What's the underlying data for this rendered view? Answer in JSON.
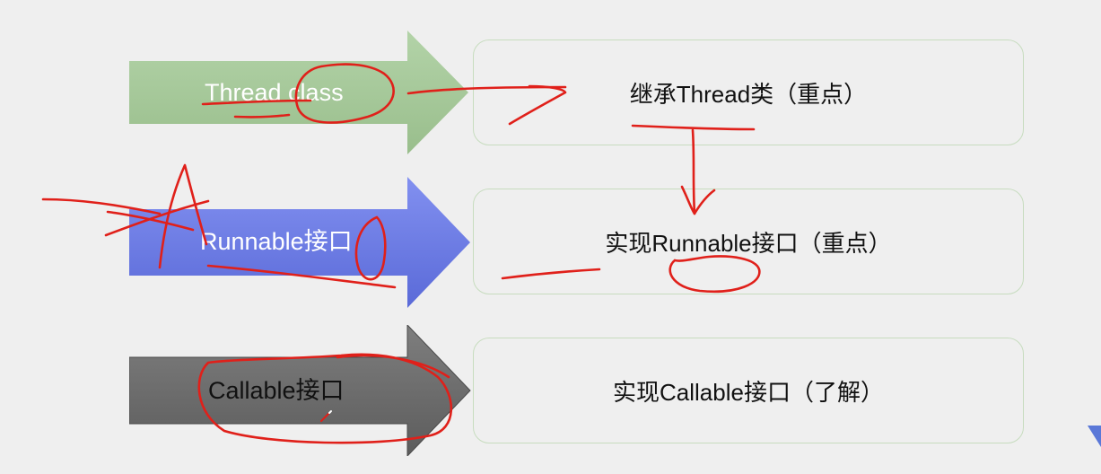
{
  "colors": {
    "arrow_thread": "#a6c89a",
    "arrow_runnable": "#6f7ee8",
    "arrow_callable": "#6e6e6e",
    "label_thread": "#ffffff",
    "label_runnable": "#ffffff",
    "label_callable": "#111111",
    "box_border": "#c7dcbf",
    "annotation": "#e0201a",
    "background": "#efefef"
  },
  "rows": [
    {
      "arrow_label": "Thread class",
      "box_text": "继承Thread类（重点）"
    },
    {
      "arrow_label": "Runnable接口",
      "box_text": "实现Runnable接口（重点）"
    },
    {
      "arrow_label": "Callable接口",
      "box_text": "实现Callable接口（了解）"
    }
  ],
  "icons": {
    "annotation": "handwritten-red-pen-marks",
    "pen_cursor": "pen-cursor-icon",
    "nav": "chevron-down-icon"
  }
}
